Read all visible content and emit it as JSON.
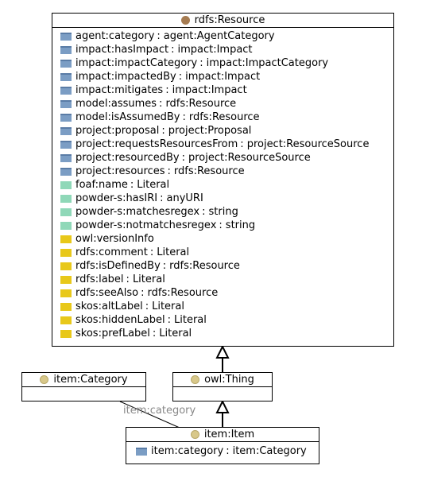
{
  "colors": {
    "class_dot": "#a67c52",
    "class_dot_individual": "#d8c88a",
    "object_property": "#7b9dc4",
    "datatype_property": "#8fd8b8",
    "annotation_property": "#e8c81a"
  },
  "resource": {
    "title": "rdfs:Resource",
    "icon": "class-dot-icon",
    "properties": [
      {
        "kind": "object",
        "name": "agent:category",
        "type": "agent:AgentCategory"
      },
      {
        "kind": "object",
        "name": "impact:hasImpact",
        "type": "impact:Impact"
      },
      {
        "kind": "object",
        "name": "impact:impactCategory",
        "type": "impact:ImpactCategory"
      },
      {
        "kind": "object",
        "name": "impact:impactedBy",
        "type": "impact:Impact"
      },
      {
        "kind": "object",
        "name": "impact:mitigates",
        "type": "impact:Impact"
      },
      {
        "kind": "object",
        "name": "model:assumes",
        "type": "rdfs:Resource"
      },
      {
        "kind": "object",
        "name": "model:isAssumedBy",
        "type": "rdfs:Resource"
      },
      {
        "kind": "object",
        "name": "project:proposal",
        "type": "project:Proposal"
      },
      {
        "kind": "object",
        "name": "project:requestsResourcesFrom",
        "type": "project:ResourceSource"
      },
      {
        "kind": "object",
        "name": "project:resourcedBy",
        "type": "project:ResourceSource"
      },
      {
        "kind": "object",
        "name": "project:resources",
        "type": "rdfs:Resource"
      },
      {
        "kind": "datatype",
        "name": "foaf:name",
        "type": "Literal"
      },
      {
        "kind": "datatype",
        "name": "powder-s:hasIRI",
        "type": "anyURI"
      },
      {
        "kind": "datatype",
        "name": "powder-s:matchesregex",
        "type": "string"
      },
      {
        "kind": "datatype",
        "name": "powder-s:notmatchesregex",
        "type": "string"
      },
      {
        "kind": "annotation",
        "name": "owl:versionInfo",
        "type": ""
      },
      {
        "kind": "annotation",
        "name": "rdfs:comment",
        "type": "Literal"
      },
      {
        "kind": "annotation",
        "name": "rdfs:isDefinedBy",
        "type": "rdfs:Resource"
      },
      {
        "kind": "annotation",
        "name": "rdfs:label",
        "type": "Literal"
      },
      {
        "kind": "annotation",
        "name": "rdfs:seeAlso",
        "type": "rdfs:Resource"
      },
      {
        "kind": "annotation",
        "name": "skos:altLabel",
        "type": "Literal"
      },
      {
        "kind": "annotation",
        "name": "skos:hiddenLabel",
        "type": "Literal"
      },
      {
        "kind": "annotation",
        "name": "skos:prefLabel",
        "type": "Literal"
      }
    ]
  },
  "category": {
    "title": "item:Category",
    "icon": "class-dot-icon"
  },
  "thing": {
    "title": "owl:Thing",
    "icon": "class-dot-icon"
  },
  "item": {
    "title": "item:Item",
    "icon": "class-dot-icon",
    "properties": [
      {
        "kind": "object",
        "name": "item:category",
        "type": "item:Category"
      }
    ]
  },
  "edges": {
    "item_category_label": "item:category"
  }
}
